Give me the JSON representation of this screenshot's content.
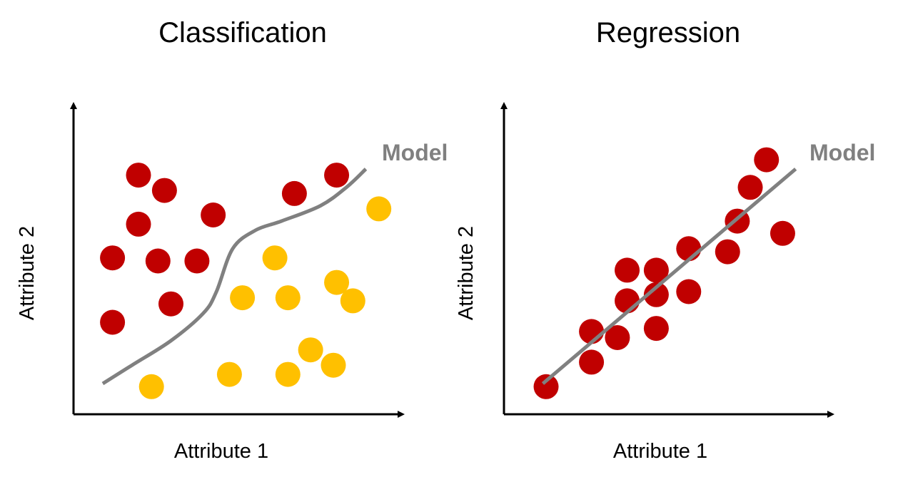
{
  "colors": {
    "class_a": "#c00000",
    "class_b": "#ffc000",
    "model_line": "#808080",
    "axis": "#000000"
  },
  "classification": {
    "title": "Classification",
    "x_label": "Attribute 1",
    "y_label": "Attribute 2",
    "model_label": "Model",
    "chart_data": {
      "type": "scatter",
      "xlim": [
        0,
        100
      ],
      "ylim": [
        0,
        100
      ],
      "series": [
        {
          "color_key": "class_a",
          "points": [
            [
              20,
              78
            ],
            [
              28,
              73
            ],
            [
              43,
              65
            ],
            [
              20,
              62
            ],
            [
              12,
              51
            ],
            [
              26,
              50
            ],
            [
              38,
              50
            ],
            [
              30,
              36
            ],
            [
              12,
              30
            ],
            [
              68,
              72
            ],
            [
              81,
              78
            ]
          ]
        },
        {
          "color_key": "class_b",
          "points": [
            [
              94,
              67
            ],
            [
              62,
              51
            ],
            [
              52,
              38
            ],
            [
              66,
              38
            ],
            [
              81,
              43
            ],
            [
              86,
              37
            ],
            [
              73,
              21
            ],
            [
              80,
              16
            ],
            [
              48,
              13
            ],
            [
              66,
              13
            ],
            [
              24,
              9
            ]
          ]
        }
      ],
      "model_curve": [
        [
          9,
          10
        ],
        [
          18,
          16
        ],
        [
          30,
          24
        ],
        [
          40,
          33
        ],
        [
          44,
          40
        ],
        [
          49,
          54
        ],
        [
          56,
          60
        ],
        [
          64,
          63
        ],
        [
          76,
          68
        ],
        [
          84,
          74
        ],
        [
          90,
          80
        ]
      ]
    }
  },
  "regression": {
    "title": "Regression",
    "x_label": "Attribute 1",
    "y_label": "Attribute 2",
    "model_label": "Model",
    "chart_data": {
      "type": "scatter",
      "xlim": [
        0,
        100
      ],
      "ylim": [
        0,
        100
      ],
      "series": [
        {
          "color_key": "class_a",
          "points": [
            [
              13,
              9
            ],
            [
              27,
              17
            ],
            [
              27,
              27
            ],
            [
              35,
              25
            ],
            [
              38,
              47
            ],
            [
              38,
              37
            ],
            [
              47,
              47
            ],
            [
              47,
              39
            ],
            [
              47,
              28
            ],
            [
              57,
              40
            ],
            [
              57,
              54
            ],
            [
              69,
              53
            ],
            [
              72,
              63
            ],
            [
              76,
              74
            ],
            [
              81,
              83
            ],
            [
              86,
              59
            ]
          ]
        }
      ],
      "model_line": [
        [
          12,
          10
        ],
        [
          90,
          80
        ]
      ]
    }
  }
}
